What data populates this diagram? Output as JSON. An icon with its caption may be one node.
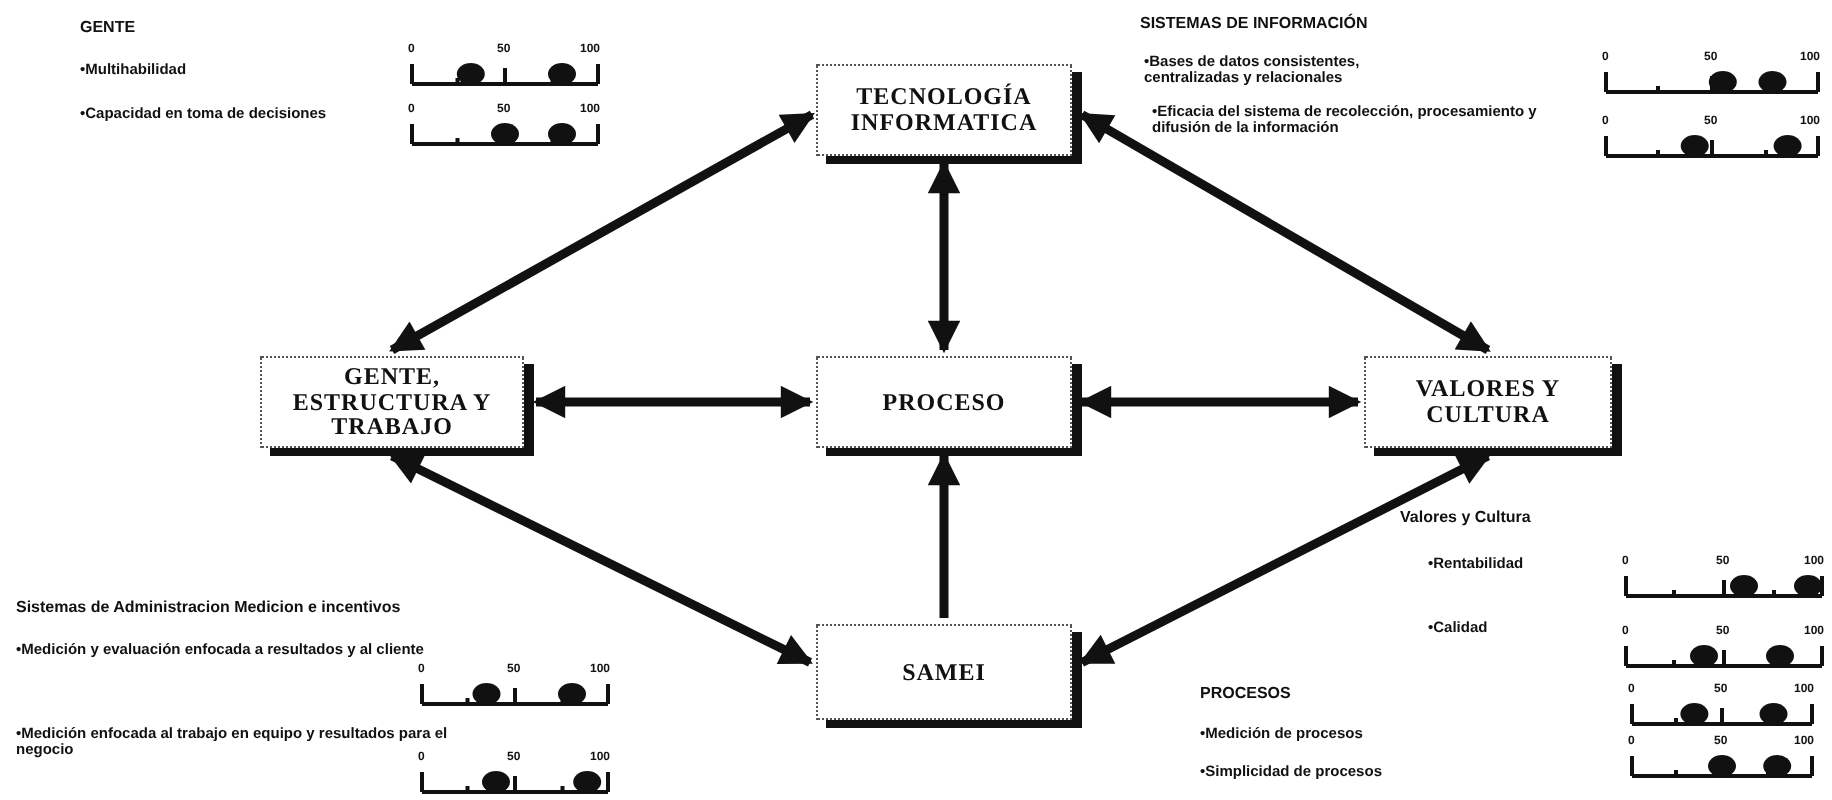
{
  "diagram": {
    "nodes": [
      {
        "text": [
          "TECNOLOGÍA INFORMATICA"
        ]
      },
      {
        "text": [
          "GENTE, ESTRUCTURA Y TRABAJO"
        ]
      },
      {
        "text": [
          "PROCESO"
        ]
      },
      {
        "text": [
          "VALORES Y CULTURA"
        ]
      },
      {
        "text": [
          "SAMEI"
        ]
      }
    ],
    "edges": [
      {
        "from": 0,
        "to": 1,
        "arrow": "both"
      },
      {
        "from": 0,
        "to": 2,
        "arrow": "both"
      },
      {
        "from": 0,
        "to": 3,
        "arrow": "both"
      },
      {
        "from": 1,
        "to": 2,
        "arrow": "both"
      },
      {
        "from": 2,
        "to": 3,
        "arrow": "both"
      },
      {
        "from": 4,
        "to": 2,
        "arrow": "to"
      },
      {
        "from": 4,
        "to": 1,
        "arrow": "both"
      },
      {
        "from": 4,
        "to": 3,
        "arrow": "both"
      }
    ],
    "labels": [
      "GENTE",
      "•Multihabilidad",
      "0",
      "50",
      "100",
      "•Capacidad en toma de decisiones",
      "0",
      "50",
      "100",
      "SISTEMAS DE INFORMACIÓN",
      "•Bases de datos consistentes, centralizadas y relacionales",
      "0",
      "50",
      "100",
      "•Eficacia del sistema de recolección, procesamiento y difusión de la información",
      "0",
      "50",
      "100",
      "Valores y Cultura",
      "•Rentabilidad",
      "0",
      "50",
      "100",
      "•Calidad",
      "0",
      "50",
      "100",
      "Sistemas de Administracion Medicion e incentivos",
      "•Medición y evaluación enfocada a resultados y al cliente",
      "0",
      "50",
      "100",
      "•Medición enfocada al trabajo en equipo y resultados para el negocio",
      "0",
      "50",
      "100",
      "PROCESOS",
      "•Medición de procesos",
      "0",
      "50",
      "100",
      "•Simplicidad de procesos",
      "0",
      "50",
      "100"
    ]
  }
}
